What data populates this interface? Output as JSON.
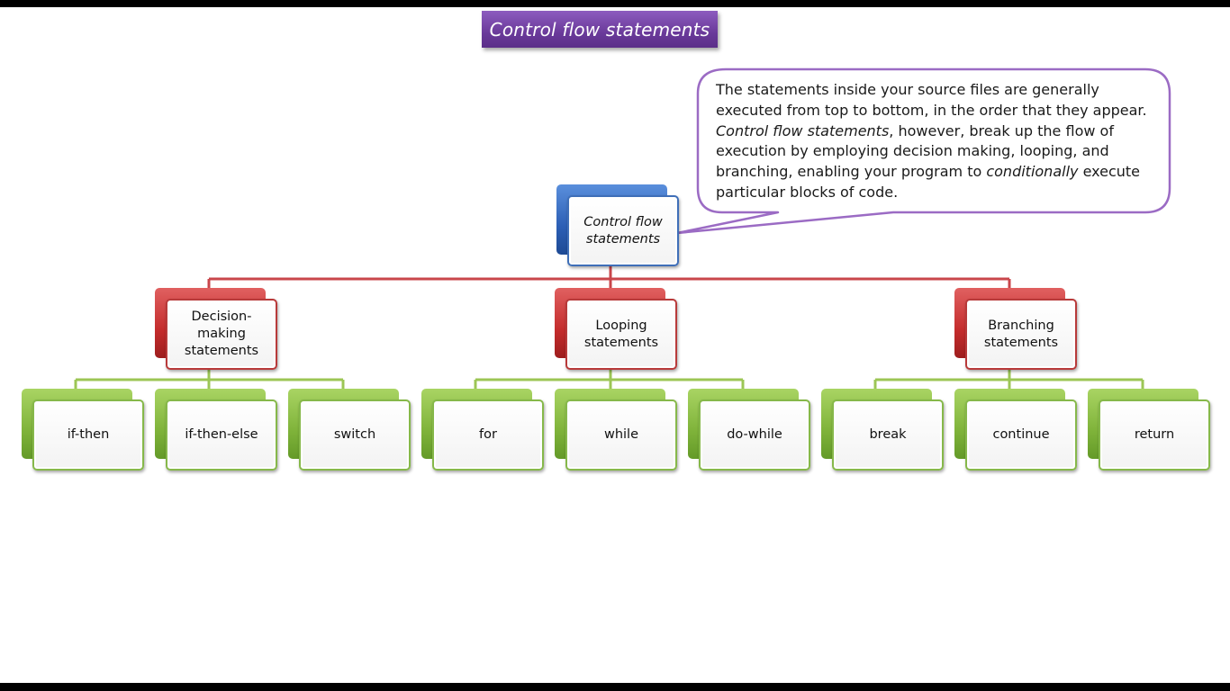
{
  "slide": {
    "title": "Control flow statements"
  },
  "callout": {
    "part1": "The statements inside your source files are generally executed from top to bottom, in the order that they appear. ",
    "part2_italic": "Control flow statements",
    "part3": ", however, break up the flow of execution by employing decision making, looping, and branching, enabling your program to ",
    "part4_italic": "conditionally",
    "part5": " execute particular blocks of code."
  },
  "colors": {
    "title_banner": "#6a3a9a",
    "root": "#2c5fb5",
    "category": "#c42c2c",
    "leaf": "#7fb33a",
    "callout_border": "#9b6bc4",
    "red_connector": "#c9464b",
    "green_connector": "#9cc655"
  },
  "diagram": {
    "root": {
      "label": "Control flow statements"
    },
    "categories": [
      {
        "label": "Decision-making statements",
        "children": [
          "if-then",
          "if-then-else",
          "switch"
        ]
      },
      {
        "label": "Looping statements",
        "children": [
          "for",
          "while",
          "do-while"
        ]
      },
      {
        "label": "Branching statements",
        "children": [
          "break",
          "continue",
          "return"
        ]
      }
    ]
  }
}
